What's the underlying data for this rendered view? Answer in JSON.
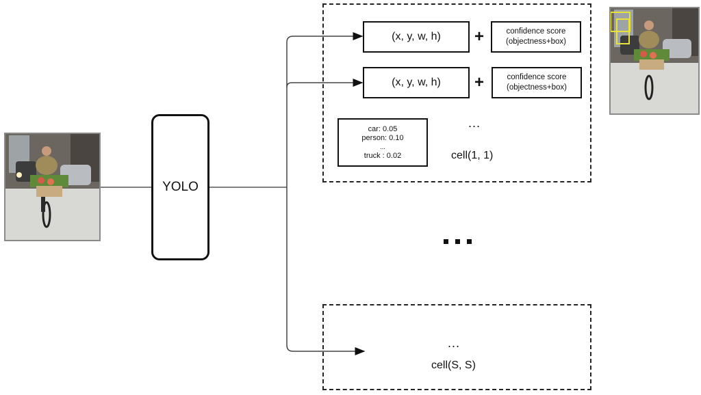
{
  "input_image": {
    "description": "man riding bicycle with basket of flowers on city street"
  },
  "model": {
    "label": "YOLO"
  },
  "cell_first": {
    "label": "cell(1, 1)",
    "boxes": [
      {
        "coords": "(x, y, w, h)",
        "plus": "+",
        "confidence_line1": "confidence score",
        "confidence_line2": "(objectness+box)"
      },
      {
        "coords": "(x, y, w, h)",
        "plus": "+",
        "confidence_line1": "confidence score",
        "confidence_line2": "(objectness+box)"
      }
    ],
    "more_boxes": "...",
    "class_probs": [
      "car: 0.05",
      "person: 0.10",
      "...",
      "truck : 0.02"
    ]
  },
  "between_cells": "...",
  "cell_last": {
    "more": "...",
    "label": "cell(S, S)"
  },
  "output_image": {
    "description": "same photo with yellow detection boxes",
    "box_color": "#e8e23a"
  }
}
